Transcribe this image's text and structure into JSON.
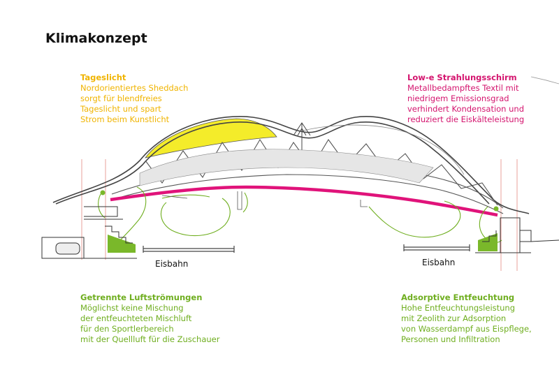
{
  "title": "Klimakonzept",
  "colors": {
    "tageslicht": "#f0b400",
    "strahlungsschirm": "#d4146e",
    "luftstroemung": "#6fae1f",
    "structure": "#444444"
  },
  "blocks": {
    "tageslicht": {
      "heading": "Tageslicht",
      "lines": [
        "Nordorientiertes Sheddach",
        "sorgt für blendfreies",
        "Tageslicht und spart",
        "Strom beim Kunstlicht"
      ]
    },
    "lowe": {
      "heading": "Low-e Strahlungsschirm",
      "lines": [
        "Metallbedampftes Textil mit",
        "niedrigem Emissionsgrad",
        "verhindert Kondensation und",
        "reduziert die Eiskälteleistung"
      ]
    },
    "luft": {
      "heading": "Getrennte Luftströmungen",
      "lines": [
        "Möglichst keine Mischung",
        "der entfeuchteten Mischluft",
        "für den Sportlerbereich",
        "mit der Quellluft für die Zuschauer"
      ]
    },
    "adsorptiv": {
      "heading": "Adsorptive Entfeuchtung",
      "lines": [
        "Hohe Entfeuchtungsleistung",
        "mit Zeolith zur Adsorption",
        "von Wasserdampf aus Eispflege,",
        "Personen und Infiltration"
      ]
    }
  },
  "rinks": {
    "left": "Eisbahn",
    "right": "Eisbahn"
  }
}
